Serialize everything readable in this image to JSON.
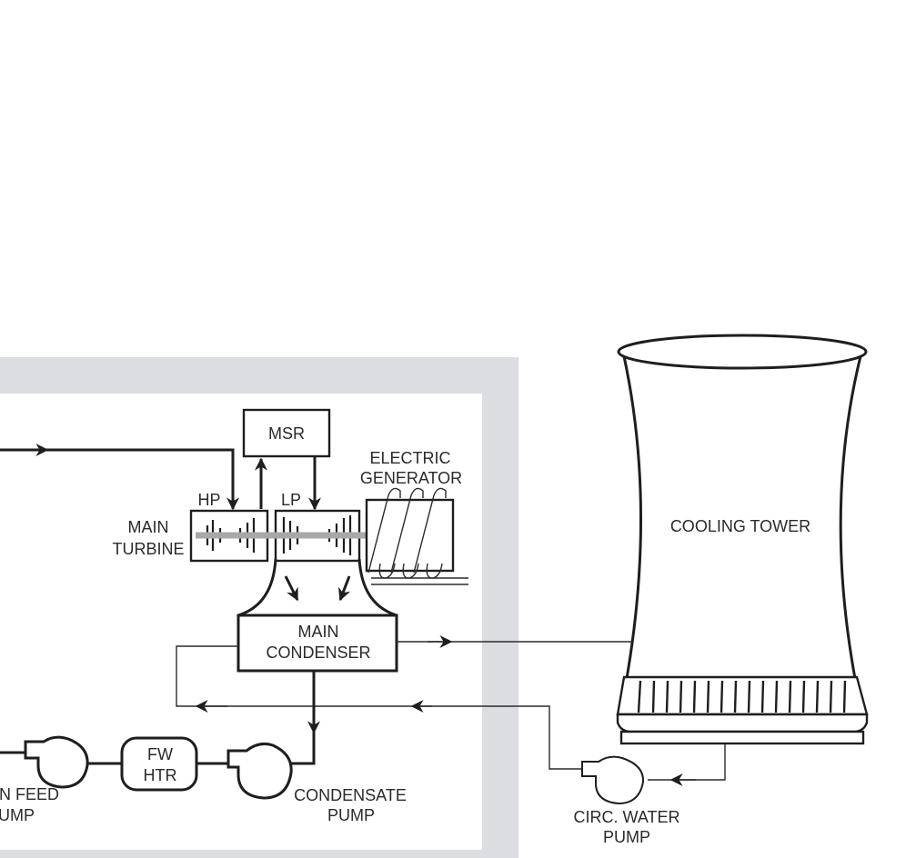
{
  "diagram": {
    "labels": {
      "msr": "MSR",
      "electric_generator_line1": "ELECTRIC",
      "electric_generator_line2": "GENERATOR",
      "hp": "HP",
      "lp": "LP",
      "main_turbine_line1": "MAIN",
      "main_turbine_line2": "TURBINE",
      "main_condenser_line1": "MAIN",
      "main_condenser_line2": "CONDENSER",
      "cooling_tower": "COOLING TOWER",
      "fw_htr_line1": "FW",
      "fw_htr_line2": "HTR",
      "condensate_pump_line1": "CONDENSATE",
      "condensate_pump_line2": "PUMP",
      "main_feed_pump_line1": "N FEED",
      "main_feed_pump_line2": "UMP",
      "circ_water_pump_line1": "CIRC. WATER",
      "circ_water_pump_line2": "PUMP"
    },
    "colors": {
      "containment_band": "#dcdde0",
      "line": "#1e1e1e",
      "shaft": "#a8a8a8",
      "background": "#ffffff"
    }
  }
}
